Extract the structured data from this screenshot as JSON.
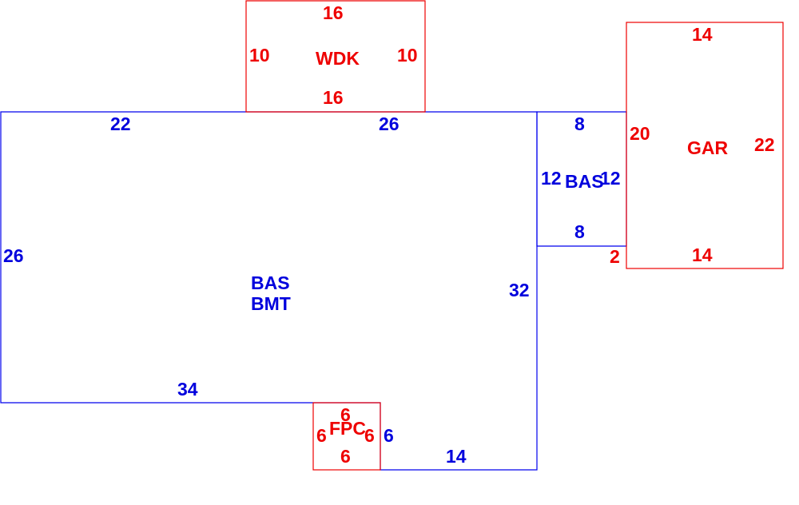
{
  "colors": {
    "living_area": "#0000ee",
    "non_living_area": "#ee0000",
    "background": "#ffffff"
  },
  "main_area": {
    "label_line1": "BAS",
    "label_line2": "BMT",
    "dim_top_left": "22",
    "dim_top_right": "26",
    "dim_left": "26",
    "dim_right": "32",
    "dim_bottom_left": "34",
    "dim_bottom_right": "14",
    "dim_notch": "6"
  },
  "small_bas": {
    "label": "BAS",
    "dim_top": "8",
    "dim_bottom": "8",
    "dim_left": "12",
    "dim_right": "12"
  },
  "wdk": {
    "label": "WDK",
    "dim_top": "16",
    "dim_bottom": "16",
    "dim_left": "10",
    "dim_right": "10"
  },
  "gar": {
    "label": "GAR",
    "dim_top": "14",
    "dim_bottom": "14",
    "dim_left": "20",
    "dim_right": "22",
    "dim_offset": "2"
  },
  "fpc": {
    "label": "FPC",
    "dim_top": "6",
    "dim_bottom": "6",
    "dim_left": "6",
    "dim_right": "6"
  }
}
